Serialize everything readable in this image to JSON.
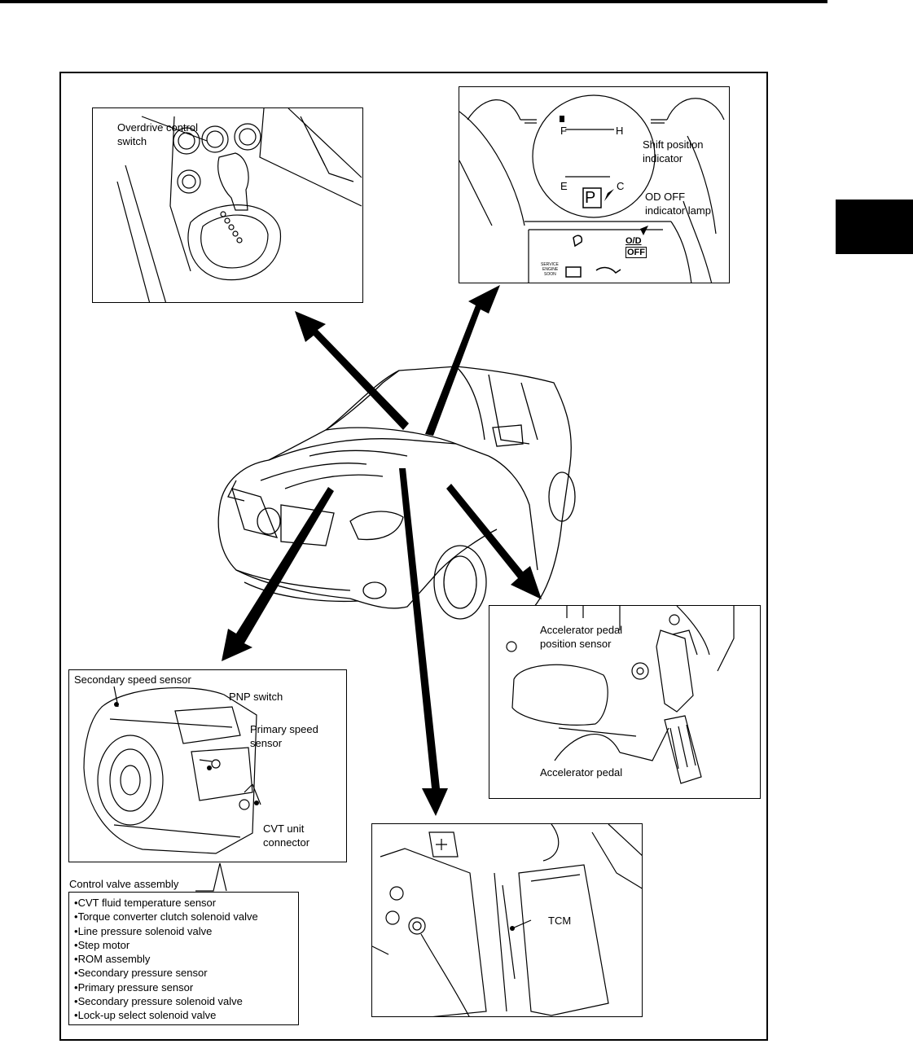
{
  "labels": {
    "overdrive_switch": "Overdrive control\nswitch",
    "shift_indicator": "Shift position\nindicator",
    "od_off_lamp": "OD OFF\nindicator lamp",
    "accel_sensor": "Accelerator pedal\nposition sensor",
    "accel_pedal": "Accelerator pedal",
    "secondary_speed": "Secondary speed sensor",
    "pnp_switch": "PNP switch",
    "primary_speed": "Primary speed\nsensor",
    "cvt_connector": "CVT unit\nconnector",
    "control_valve": "Control valve assembly",
    "tcm": "TCM"
  },
  "gauge": {
    "fuel_full": "F",
    "fuel_empty": "E",
    "temp_hot": "H",
    "temp_cold": "C",
    "gear": "P",
    "od_top": "O/D",
    "od_bottom": "OFF",
    "service_1": "SERVICE",
    "service_2": "ENGINE",
    "service_3": "SOON"
  },
  "control_valve_items": [
    "CVT fluid temperature sensor",
    "Torque converter clutch solenoid valve",
    "Line pressure solenoid valve",
    "Step motor",
    "ROM assembly",
    "Secondary pressure sensor",
    "Primary pressure sensor",
    "Secondary pressure solenoid valve",
    "Lock-up select solenoid valve"
  ]
}
